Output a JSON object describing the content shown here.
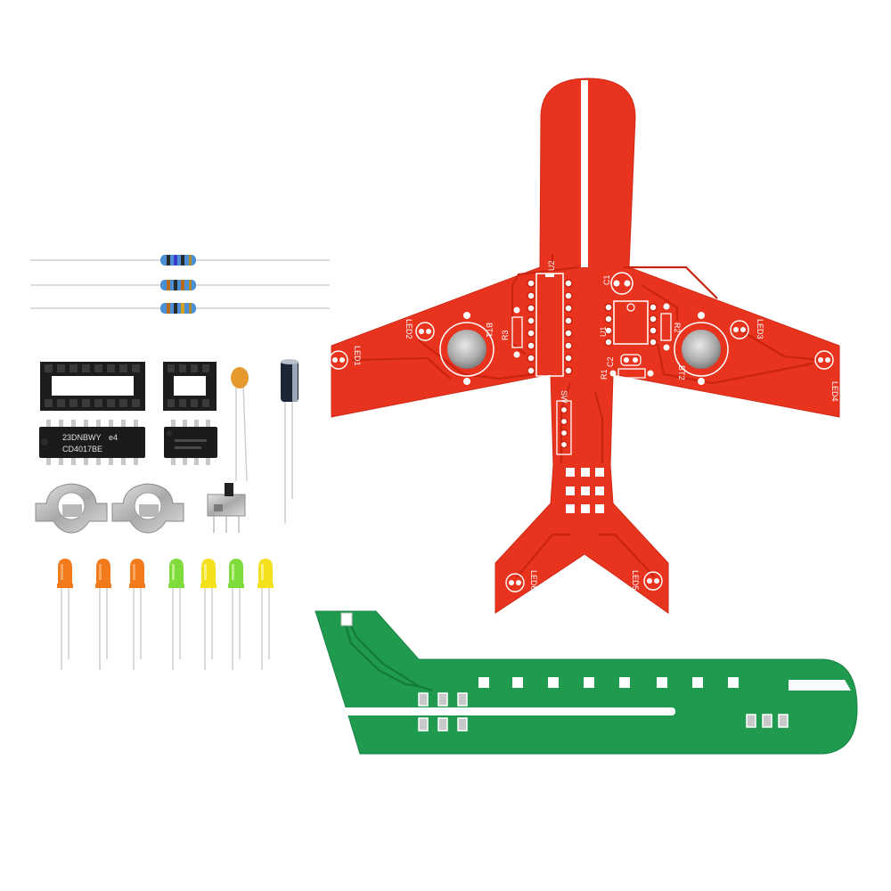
{
  "colors": {
    "red_pcb": "#e8331f",
    "red_trace": "#c9240f",
    "green_pcb": "#1f9a4e",
    "green_trace": "#137a3a",
    "silk": "#ffffff"
  },
  "red_board": {
    "labels": {
      "u2": "U2",
      "c1": "C1",
      "bt1": "BT1",
      "r3": "R3",
      "u1": "U1",
      "r2": "R2",
      "c2": "C2",
      "r1": "R1",
      "bt2": "BT2",
      "sw": "SW",
      "led1": "LED1",
      "led2": "LED2",
      "led3": "LED3",
      "led4": "LED4",
      "led5": "LED5",
      "led6": "LED6"
    }
  },
  "chips": {
    "large_line1": "23DNBWY",
    "large_line2": "CD4017BE",
    "large_mark": "e4"
  },
  "leds": [
    {
      "color": "orange"
    },
    {
      "color": "orange"
    },
    {
      "color": "orange"
    },
    {
      "color": "green"
    },
    {
      "color": "yellow"
    },
    {
      "color": "green"
    },
    {
      "color": "yellow"
    }
  ]
}
